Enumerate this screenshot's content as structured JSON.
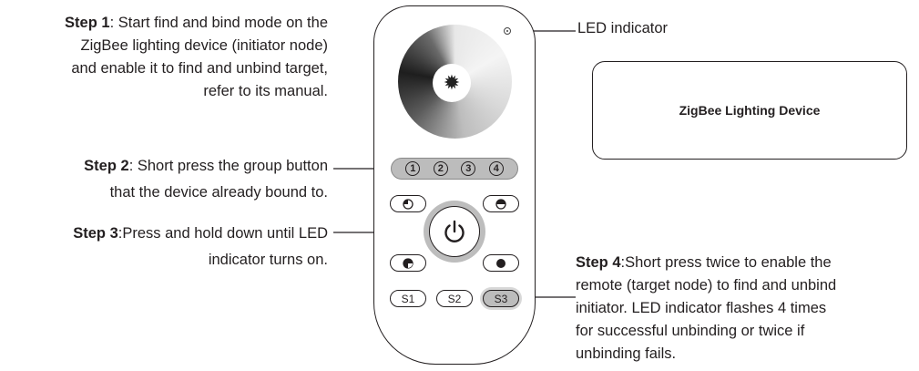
{
  "steps": {
    "step1": {
      "title": "Step 1",
      "lines": [
        ": Start find and bind mode on the",
        "ZigBee lighting device (initiator node)",
        "and enable it to find and unbind target,",
        "refer to its manual."
      ]
    },
    "step2": {
      "title": "Step 2",
      "lines": [
        ": Short press the group button",
        "that the device already bound to."
      ]
    },
    "step3": {
      "title": "Step 3",
      "lines": [
        ":Press and hold down until LED",
        "indicator turns on."
      ]
    },
    "step4": {
      "title": "Step 4",
      "lines": [
        ":Short press twice to enable the",
        "remote (target node) to find and unbind",
        "initiator. LED indicator flashes 4 times",
        "for successful unbinding or twice if",
        "unbinding fails."
      ]
    }
  },
  "labels": {
    "led_indicator": "LED indicator",
    "device": "ZigBee Lighting Device"
  },
  "remote": {
    "groups": [
      "1",
      "2",
      "3",
      "4"
    ],
    "scenes": [
      "S1",
      "S2",
      "S3"
    ],
    "active_scene": "S3",
    "wheel_icon": "sun-icon",
    "power_icon": "power-icon"
  }
}
